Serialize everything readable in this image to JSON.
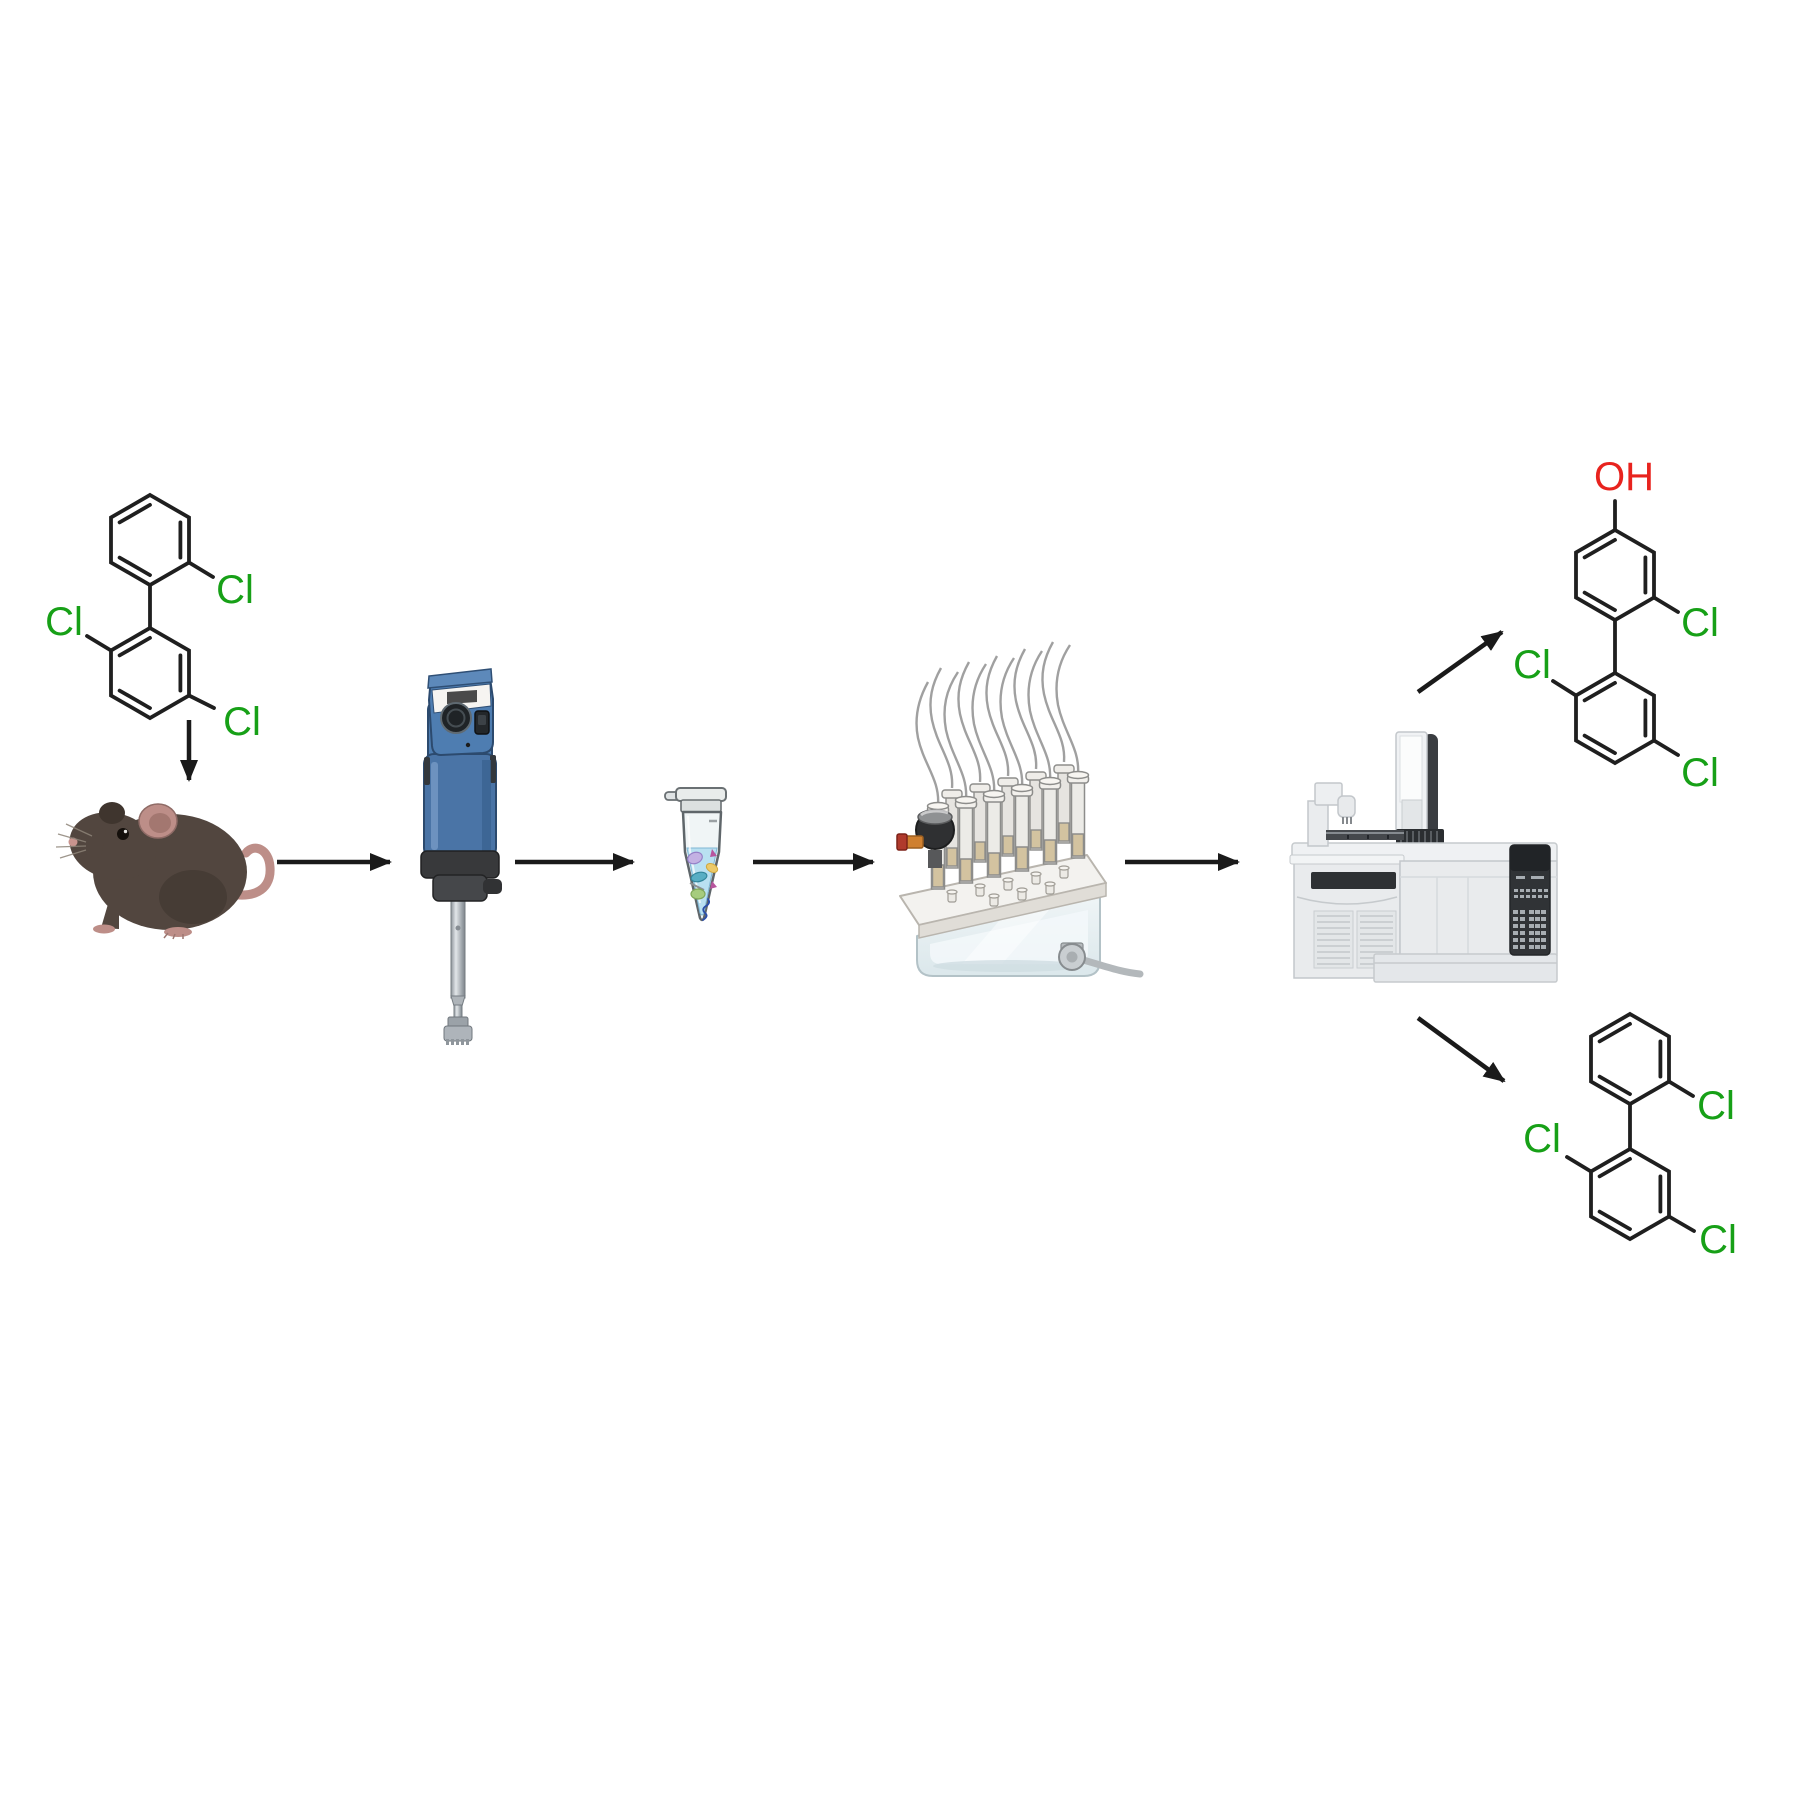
{
  "molecule_labels": {
    "source_pcb": [
      "Cl",
      "Cl",
      "Cl"
    ],
    "hydroxylated_metabolite": {
      "hydroxyl": "OH",
      "chlorines": [
        "Cl",
        "Cl",
        "Cl"
      ]
    },
    "parent_compound": [
      "Cl",
      "Cl",
      "Cl"
    ]
  },
  "colors": {
    "chlorine_label": "#17a017",
    "hydroxyl_label": "#e8231e",
    "bond": "#1f1f1f",
    "arrow": "#1a1a1a",
    "homogenizer_body": "#4e7db1",
    "tube_liquid": "#b9e0f1",
    "mouse_body": "#52463f",
    "instrument_body": "#e9ebed",
    "instrument_panel": "#303336",
    "background": "#ffffff"
  },
  "icons": {
    "mouse": "lab-mouse-illustration",
    "homogenizer": "tissue-homogenizer-illustration",
    "microcentrifuge_tube": "microcentrifuge-tube-illustration",
    "spe_manifold": "spe-vacuum-manifold-illustration",
    "gcms": "gc-ms-instrument-illustration"
  }
}
